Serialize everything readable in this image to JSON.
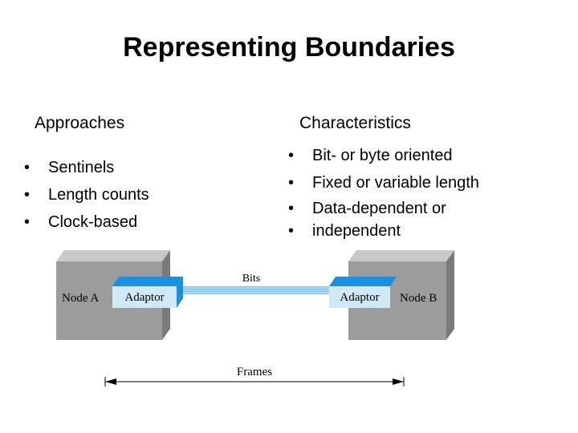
{
  "slide": {
    "title": "Representing Boundaries",
    "approaches": {
      "heading": "Approaches",
      "items": [
        "Sentinels",
        "Length counts",
        "Clock-based"
      ]
    },
    "characteristics": {
      "heading": "Characteristics",
      "items": [
        "Bit- or byte oriented",
        "Fixed or variable length",
        "Data-dependent or",
        "independent"
      ]
    }
  },
  "diagram": {
    "node_a_label": "Node A",
    "node_b_label": "Node B",
    "adaptor_a_label": "Adaptor",
    "adaptor_b_label": "Adaptor",
    "link_label": "Bits",
    "frames_label": "Frames",
    "colors": {
      "node_face": "#9c9c9c",
      "node_top": "#c8c8c8",
      "node_side": "#7a7a7a",
      "adaptor_face": "#cfe9f7",
      "adaptor_top": "#1c8fe0",
      "link": "#7fc6ec"
    }
  }
}
